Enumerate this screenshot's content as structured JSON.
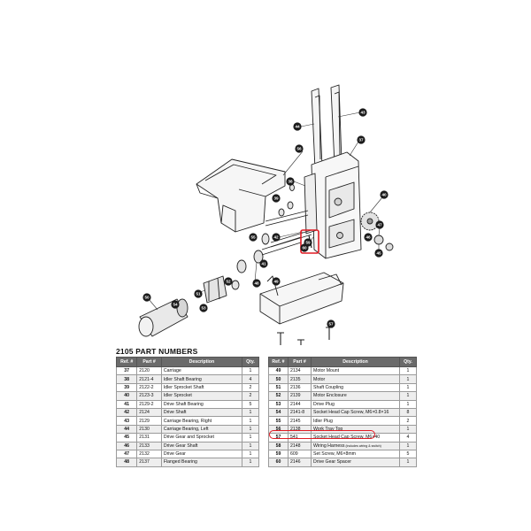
{
  "table_title": "2105 PART NUMBERS",
  "headers": {
    "ref": "Ref. #",
    "part": "Part #",
    "description": "Description",
    "qty": "Qty."
  },
  "left_rows": [
    {
      "ref": "37",
      "part": "2120",
      "description": "Carriage",
      "qty": "1"
    },
    {
      "ref": "38",
      "part": "2121-4",
      "description": "Idler Shaft Bearing",
      "qty": "4"
    },
    {
      "ref": "39",
      "part": "2122-2",
      "description": "Idler Sprocket Shaft",
      "qty": "2"
    },
    {
      "ref": "40",
      "part": "2123-3",
      "description": "Idler Sprocket",
      "qty": "2"
    },
    {
      "ref": "41",
      "part": "2129-2",
      "description": "Drive Shaft Bearing",
      "qty": "5"
    },
    {
      "ref": "42",
      "part": "2124",
      "description": "Drive Shaft",
      "qty": "1"
    },
    {
      "ref": "43",
      "part": "2129",
      "description": "Carriage Bearing, Right",
      "qty": "1"
    },
    {
      "ref": "44",
      "part": "2130",
      "description": "Carriage Bearing, Left",
      "qty": "1"
    },
    {
      "ref": "45",
      "part": "2131",
      "description": "Drive Gear and Sprocket",
      "qty": "1"
    },
    {
      "ref": "46",
      "part": "2133",
      "description": "Drive Gear Shaft",
      "qty": "1"
    },
    {
      "ref": "47",
      "part": "2132",
      "description": "Drive Gear",
      "qty": "1"
    },
    {
      "ref": "48",
      "part": "2137",
      "description": "Flanged Bearing",
      "qty": "1"
    }
  ],
  "right_rows": [
    {
      "ref": "49",
      "part": "2134",
      "description": "Motor Mount",
      "qty": "1"
    },
    {
      "ref": "50",
      "part": "2135",
      "description": "Motor",
      "qty": "1"
    },
    {
      "ref": "51",
      "part": "2136",
      "description": "Shaft Coupling",
      "qty": "1"
    },
    {
      "ref": "52",
      "part": "2139",
      "description": "Motor Enclosure",
      "qty": "1"
    },
    {
      "ref": "53",
      "part": "2144",
      "description": "Drive Plug",
      "qty": "1"
    },
    {
      "ref": "54",
      "part": "2141-8",
      "description": "Socket Head Cap Screw, M6×0.8×16",
      "qty": "8"
    },
    {
      "ref": "55",
      "part": "2145",
      "description": "Idler Plug",
      "qty": "2"
    },
    {
      "ref": "56",
      "part": "2138",
      "description": "Work Tray Top",
      "qty": "1"
    },
    {
      "ref": "57",
      "part": "541",
      "description": "Socket Head Cap Screw, M6×40",
      "qty": "4"
    },
    {
      "ref": "58",
      "part": "2148",
      "description": "Wiring Harness",
      "note": "(includes wiring & switch)",
      "qty": "1"
    },
    {
      "ref": "59",
      "part": "609",
      "description": "Set Screw, M6×8mm",
      "qty": "5"
    },
    {
      "ref": "60",
      "part": "2146",
      "description": "Drive Gear Spacer",
      "qty": "1"
    }
  ],
  "callouts": [
    {
      "id": "44",
      "label": "44"
    },
    {
      "id": "43",
      "label": "43"
    },
    {
      "id": "56",
      "label": "56"
    },
    {
      "id": "37",
      "label": "37"
    },
    {
      "id": "38a",
      "label": "38"
    },
    {
      "id": "39",
      "label": "39"
    },
    {
      "id": "40",
      "label": "40"
    },
    {
      "id": "55",
      "label": "55"
    },
    {
      "id": "42",
      "label": "42"
    },
    {
      "id": "41",
      "label": "41"
    },
    {
      "id": "60",
      "label": "60"
    },
    {
      "id": "59",
      "label": "59"
    },
    {
      "id": "47",
      "label": "47"
    },
    {
      "id": "46",
      "label": "46"
    },
    {
      "id": "45",
      "label": "45"
    },
    {
      "id": "48",
      "label": "48"
    },
    {
      "id": "51",
      "label": "51"
    },
    {
      "id": "53",
      "label": "53"
    },
    {
      "id": "52",
      "label": "52"
    },
    {
      "id": "54",
      "label": "54"
    },
    {
      "id": "50",
      "label": "50"
    },
    {
      "id": "49",
      "label": "49"
    },
    {
      "id": "57",
      "label": "57"
    }
  ],
  "colors": {
    "highlight": "#e01b24",
    "header": "#6b6b6b",
    "bubble": "#1a1a1a"
  }
}
